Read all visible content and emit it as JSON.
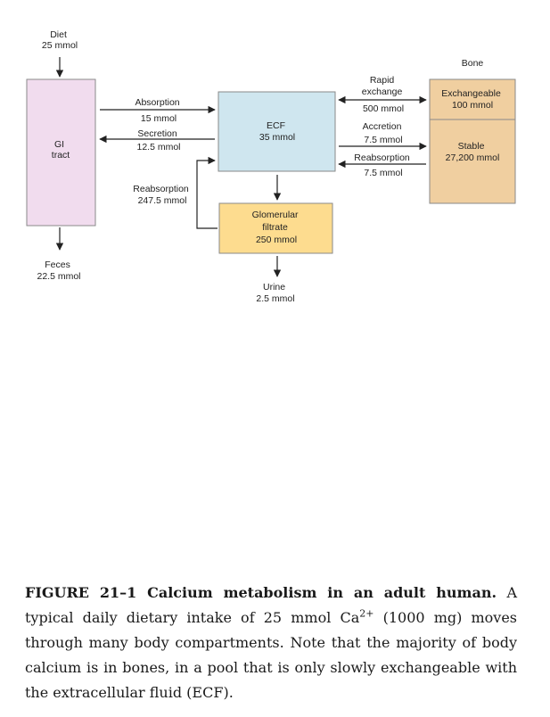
{
  "diagram": {
    "diet": {
      "line1": "Diet",
      "line2": "25 mmol"
    },
    "gi": {
      "line1": "GI",
      "line2": "tract"
    },
    "absorption": {
      "line1": "Absorption",
      "line2": "15 mmol"
    },
    "secretion": {
      "line1": "Secretion",
      "line2": "12.5 mmol"
    },
    "ecf": {
      "line1": "ECF",
      "line2": "35 mmol"
    },
    "reabsorption_kidney": {
      "line1": "Reabsorption",
      "line2": "247.5 mmol"
    },
    "glomerular": {
      "line1": "Glomerular",
      "line2": "filtrate",
      "line3": "250 mmol"
    },
    "urine": {
      "line1": "Urine",
      "line2": "2.5 mmol"
    },
    "feces": {
      "line1": "Feces",
      "line2": "22.5 mmol"
    },
    "rapid_exchange": {
      "line1": "Rapid",
      "line2": "exchange",
      "line3": "500 mmol"
    },
    "accretion": {
      "line1": "Accretion",
      "line2": "7.5 mmol"
    },
    "reabsorption_bone": {
      "line1": "Reabsorption",
      "line2": "7.5 mmol"
    },
    "bone": {
      "title": "Bone"
    },
    "exchangeable": {
      "line1": "Exchangeable",
      "line2": "100 mmol"
    },
    "stable": {
      "line1": "Stable",
      "line2": "27,200 mmol"
    },
    "colors": {
      "gi": "#f1dcee",
      "ecf": "#cfe6ef",
      "glomerular": "#fddc8f",
      "bone": "#f0cfa0"
    }
  },
  "caption": {
    "label": "FIGURE 21–1 Calcium metabolism in an adult human.",
    "text_before": " A typical daily dietary intake of 25 mmol Ca",
    "superscript": "2+",
    "text_after": " (1000 mg) moves through many body compartments. Note that the majority of body calcium is in bones, in a pool that is only slowly exchangeable with the extracellular fluid (ECF)."
  }
}
